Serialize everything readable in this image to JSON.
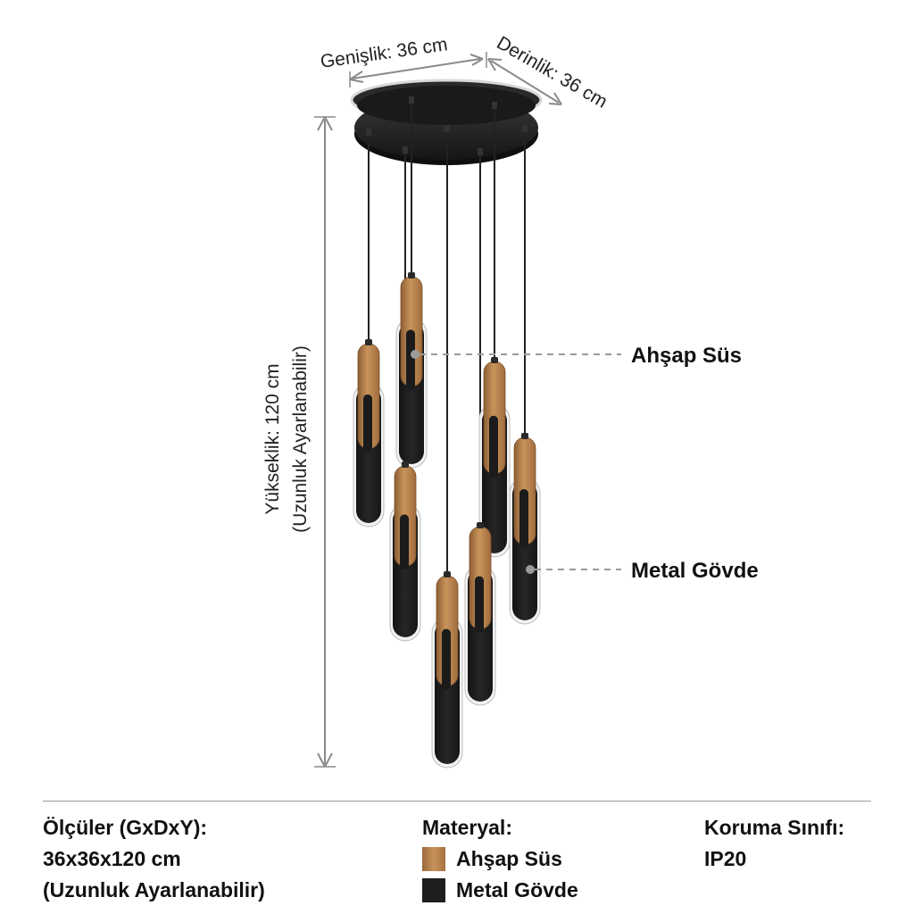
{
  "dimensions": {
    "width_label": "Genişlik: 36 cm",
    "depth_label": "Derinlik: 36 cm",
    "height_label": "Yükseklik: 120 cm",
    "height_note": "(Uzunluk Ayarlanabilir)"
  },
  "callouts": {
    "wood": "Ahşap Süs",
    "metal": "Metal Gövde"
  },
  "specs": {
    "dimensions_title": "Ölçüler (GxDxY):",
    "dimensions_value": "36x36x120 cm",
    "dimensions_note": "(Uzunluk Ayarlanabilir)",
    "material_title": "Materyal:",
    "material_items": [
      {
        "label": "Ahşap Süs",
        "color": "#b9834d"
      },
      {
        "label": "Metal Gövde",
        "color": "#1e1e1e"
      }
    ],
    "protection_title": "Koruma Sınıfı:",
    "protection_value": "IP20"
  },
  "colors": {
    "wood": "#b9834d",
    "metal": "#1e1e1e",
    "led": "#f2f2f2",
    "dimension_line": "#8a8a8a"
  }
}
